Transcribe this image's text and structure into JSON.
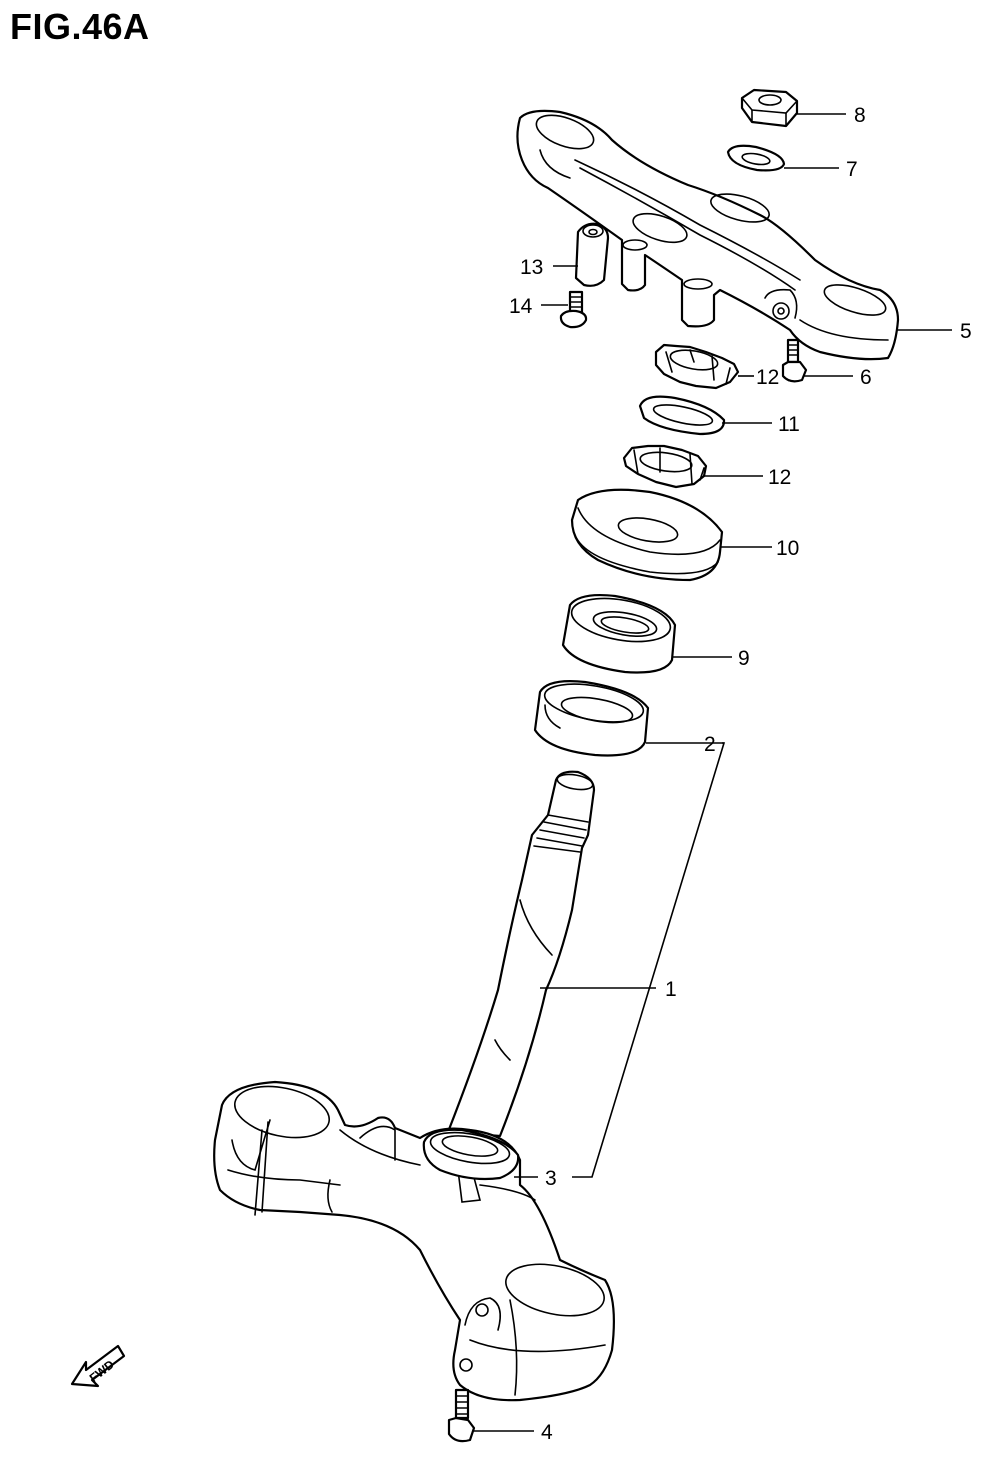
{
  "figure": {
    "title": "FIG.46A",
    "fwd_label": "FWD",
    "fwd_icon": "fwd-arrow-icon"
  },
  "callouts": [
    "8",
    "7",
    "13",
    "14",
    "5",
    "12",
    "6",
    "11",
    "12",
    "10",
    "9",
    "2",
    "1",
    "3",
    "4"
  ],
  "parts": [
    {
      "id": "part-1",
      "name": "steering-stem-lower-bracket"
    },
    {
      "id": "part-2",
      "name": "lower-bearing"
    },
    {
      "id": "part-3",
      "name": "dust-seal"
    },
    {
      "id": "part-4",
      "name": "lower-clamp-bolt"
    },
    {
      "id": "part-5",
      "name": "upper-bracket"
    },
    {
      "id": "part-6",
      "name": "upper-clamp-bolt"
    },
    {
      "id": "part-7",
      "name": "washer"
    },
    {
      "id": "part-8",
      "name": "stem-head-nut"
    },
    {
      "id": "part-9",
      "name": "upper-bearing"
    },
    {
      "id": "part-10",
      "name": "dust-cover"
    },
    {
      "id": "part-11",
      "name": "lock-washer"
    },
    {
      "id": "part-12",
      "name": "stem-nut"
    },
    {
      "id": "part-13",
      "name": "cushion"
    },
    {
      "id": "part-14",
      "name": "screw"
    }
  ]
}
